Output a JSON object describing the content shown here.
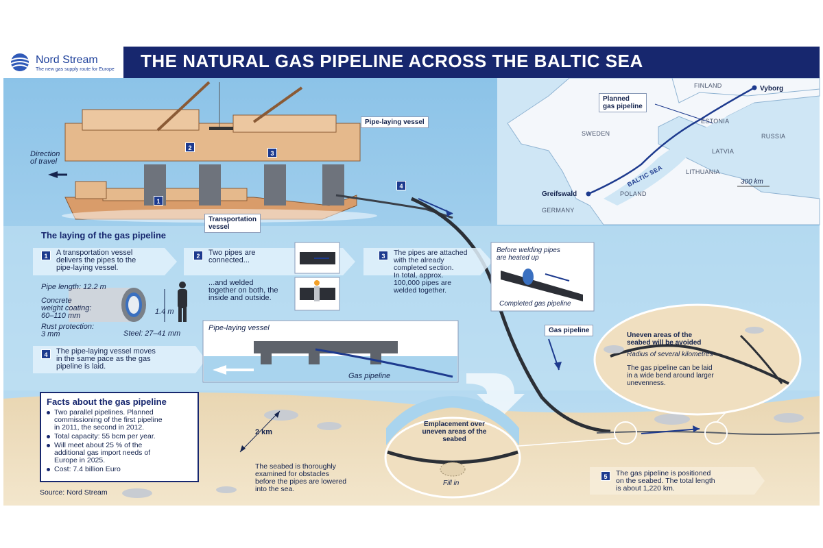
{
  "logo": {
    "name": "Nord Stream",
    "tagline": "The new gas supply route for Europe"
  },
  "title": "THE NATURAL GAS PIPELINE ACROSS THE BALTIC SEA",
  "vessel": {
    "direction_label": "Direction\nof travel",
    "pipe_laying_vessel": "Pipe-laying vessel",
    "transportation_vessel": "Transportation\nvessel"
  },
  "map": {
    "planned_pipeline": "Planned\ngas pipeline",
    "finland": "FINLAND",
    "sweden": "SWEDEN",
    "estonia": "ESTONIA",
    "russia": "RUSSIA",
    "latvia": "LATVIA",
    "lithuania": "LITHUANIA",
    "poland": "POLAND",
    "germany": "GERMANY",
    "baltic_sea": "BALTIC SEA",
    "vyborg": "Vyborg",
    "greifswald": "Greifswald",
    "scale": "300 km"
  },
  "laying": {
    "section_title": "The laying of the gas pipeline",
    "step1": "A transportation vessel\ndelivers the pipes to the\npipe-laying vessel.",
    "step2a": "Two pipes are\nconnected...",
    "step2b": "...and welded\ntogether on both, the\ninside and outside.",
    "step3": "The pipes are attached\nwith the already\ncompleted section.\nIn total, approx.\n100,000 pipes are\nwelded together.",
    "step4": "The pipe-laying vessel moves\nin the same pace as the gas\npipeline is laid.",
    "step5": "The gas pipeline is positioned\non the seabed. The total length\nis about 1,220 km.",
    "heating_label": "Before welding pipes\nare heated up",
    "completed_label": "Completed gas pipeline"
  },
  "pipe_specs": {
    "length": "Pipe length: 12.2 m",
    "concrete": "Concrete\nweight coating:\n60–110 mm",
    "rust": "Rust protection:\n3 mm",
    "height": "1.4 m",
    "steel": "Steel: 27–41 mm"
  },
  "inset": {
    "vessel_label": "Pipe-laying vessel",
    "pipeline_label": "Gas pipeline"
  },
  "seabed": {
    "gas_pipeline_label": "Gas pipeline",
    "uneven_title": "Uneven areas of the\nseabed will be avoided",
    "radius": "Radius of several kilometres",
    "wide_bend": "The gas pipeline can be laid\nin a wide bend around larger\nunevenness.",
    "emplacement_title": "Emplacement over\nuneven areas of the seabed",
    "fill_in": "Fill in",
    "distance": "2 km",
    "examined": "The seabed is thoroughly\nexamined for obstacles\nbefore the pipes are lowered\ninto the sea."
  },
  "facts": {
    "title": "Facts about the gas pipeline",
    "items": [
      "Two parallel pipelines. Planned\ncommissioning of the first pipeline\nin 2011, the second in 2012.",
      "Total capacity: 55 bcm per year.",
      "Will meet about 25 % of the\nadditional gas import needs of\nEurope in 2025.",
      "Cost: 7.4 billion Euro"
    ]
  },
  "source": "Source: Nord Stream",
  "colors": {
    "navy": "#17276e",
    "sea": "#a9d4ee",
    "seabed": "#e8d4ae",
    "vessel": "#e5b98c",
    "land": "#f4f7fb"
  }
}
